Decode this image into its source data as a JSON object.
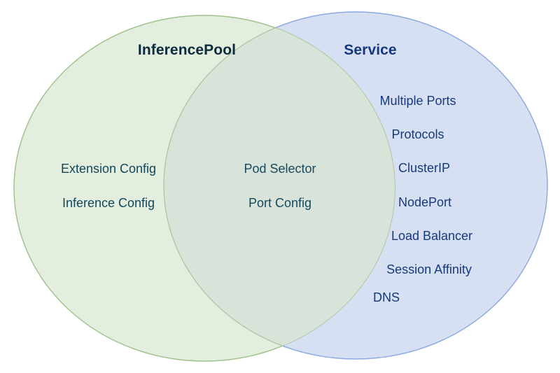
{
  "diagram": {
    "type": "venn",
    "left_set": {
      "title": "InferencePool",
      "title_color": "#0d2b3e",
      "fill_color": "#e4eede",
      "stroke_color": "#9dc08b",
      "items": [
        "Extension Config",
        "Inference Config"
      ]
    },
    "right_set": {
      "title": "Service",
      "title_color": "#15387f",
      "fill_color": "#d6e0f2",
      "stroke_color": "#8aa8e0",
      "items": [
        "Multiple Ports",
        "Protocols",
        "ClusterIP",
        "NodePort",
        "Load Balancer",
        "Session Affinity",
        "DNS"
      ]
    },
    "intersection": {
      "fill_color": "#d8e3da",
      "items": [
        "Pod Selector",
        "Port Config"
      ]
    },
    "background_color": "#ffffff"
  }
}
